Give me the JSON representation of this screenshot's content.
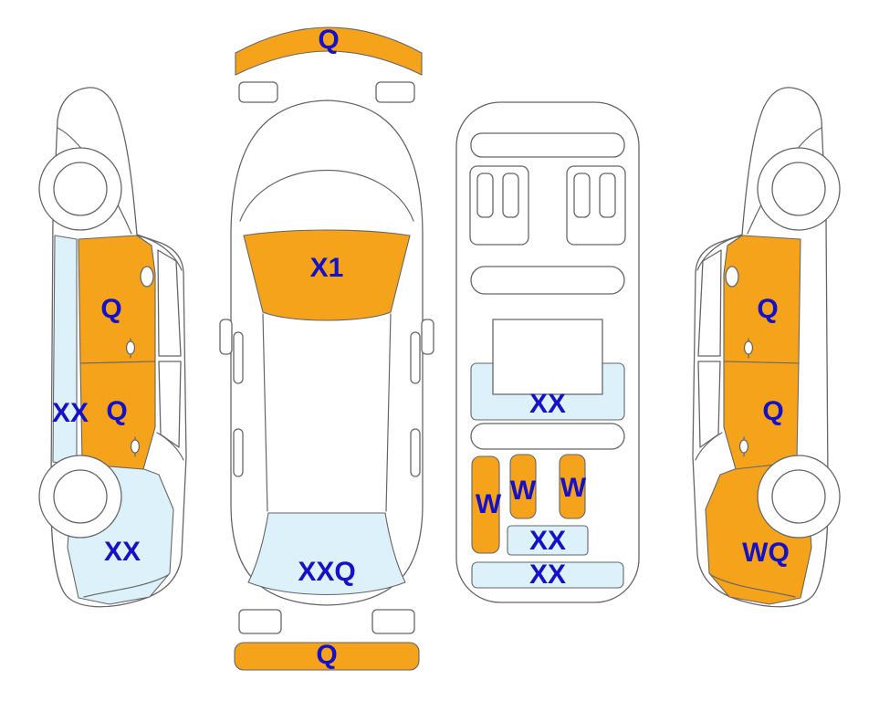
{
  "diagram": {
    "type": "vehicle-damage-inspection-diagram",
    "views": {
      "left_side": {
        "front_door_label": "Q",
        "rear_door_label": "Q",
        "sill_label": "XX",
        "rear_fender_label": "XX"
      },
      "top": {
        "front_bumper_label": "Q",
        "windshield_label": "X1",
        "rear_window_label": "XXQ",
        "rear_bumper_label": "Q"
      },
      "interior": {
        "floor_label": "XX",
        "bar_left_label": "W",
        "bar_mid_label": "W",
        "bar_right_label": "W",
        "rear_mat_label": "XX",
        "bottom_mat_label": "XX"
      },
      "right_side": {
        "front_door_label": "Q",
        "rear_door_label": "Q",
        "rear_fender_label": "WQ"
      }
    }
  },
  "colors": {
    "damage_orange": "#F6A31C",
    "damage_blue": "#DDF1FA",
    "label_blue": "#1511C7",
    "outline_gray": "#666666",
    "background": "#FFFFFF"
  }
}
